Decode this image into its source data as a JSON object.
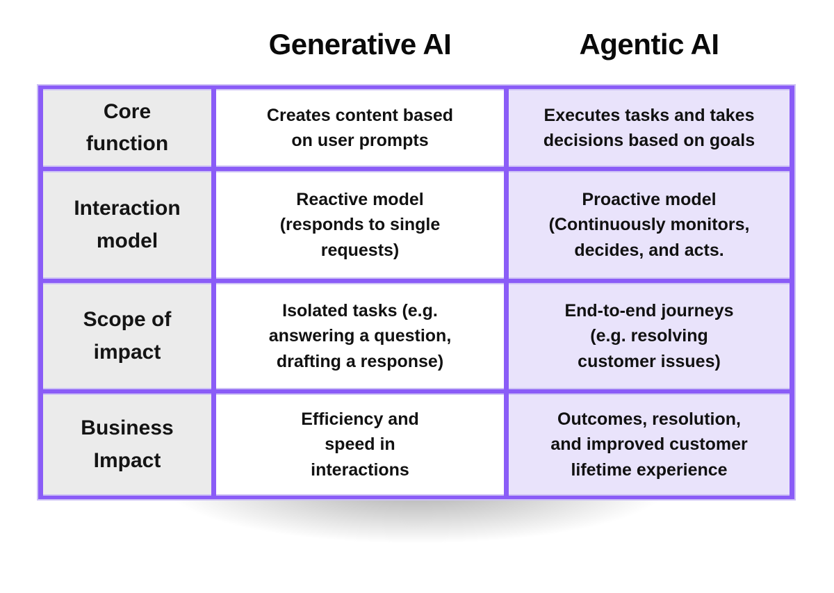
{
  "headers": {
    "generative": "Generative AI",
    "agentic": "Agentic AI"
  },
  "table": {
    "rows": [
      {
        "label": "Core\nfunction",
        "generative": "Creates content based\non user prompts",
        "agentic": "Executes tasks and takes\ndecisions based on goals"
      },
      {
        "label": "Interaction\nmodel",
        "generative": "Reactive model\n(responds to single\nrequests)",
        "agentic": "Proactive model\n(Continuously monitors,\ndecides, and acts."
      },
      {
        "label": "Scope of\nimpact",
        "generative": "Isolated tasks (e.g.\nanswering a question,\ndrafting a response)",
        "agentic": "End-to-end journeys\n(e.g. resolving\ncustomer issues)"
      },
      {
        "label": "Business\nImpact",
        "generative": "Efficiency and\nspeed in\ninteractions",
        "agentic": "Outcomes, resolution,\nand improved customer\nlifetime experience"
      }
    ]
  },
  "colors": {
    "border_purple": "#8A5CF7",
    "border_halo": "#CDC1F5",
    "label_column_bg": "#EBEBEB",
    "generative_column_bg": "#FFFFFF",
    "agentic_column_bg": "#E9E3FB",
    "text": "#0D0D0D",
    "page_bg": "#FFFFFF"
  }
}
